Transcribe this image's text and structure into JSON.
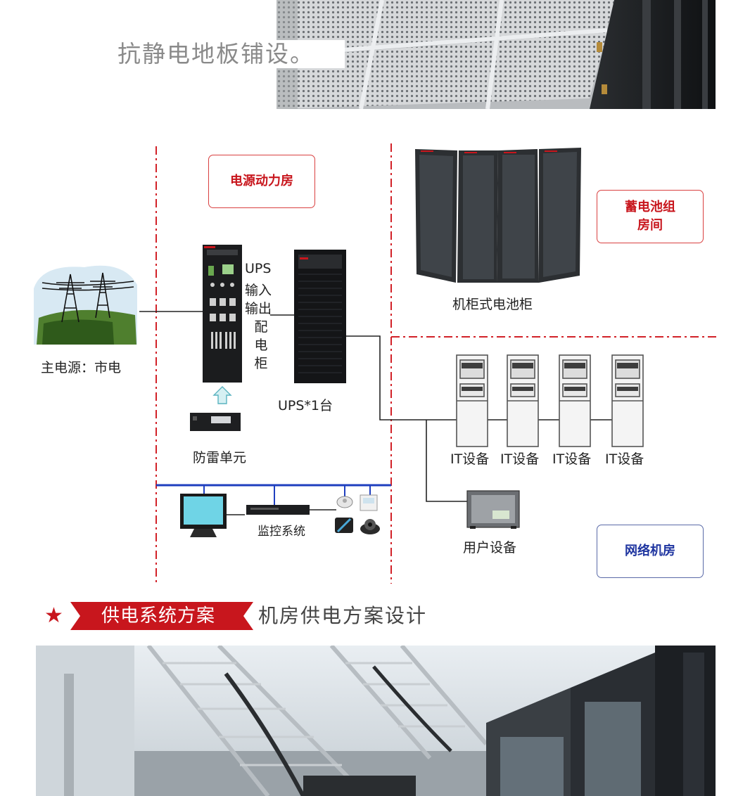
{
  "top": {
    "caption": "抗静电地板铺设。"
  },
  "diagram": {
    "rooms": {
      "power_room": "电源动力房",
      "battery_room_line1": "蓄电池组",
      "battery_room_line2": "房间",
      "network_room": "网络机房"
    },
    "labels": {
      "main_power": "主电源：市电",
      "ups_cabinet_line1": "UPS",
      "ups_cabinet_line2": "输入",
      "ups_cabinet_line3": "输出",
      "ups_cabinet_vertical": "配电柜",
      "ups_unit": "UPS*1台",
      "lightning_unit": "防雷单元",
      "battery_cabinet": "机柜式电池柜",
      "it_devices": [
        "IT设备",
        "IT设备",
        "IT设备",
        "IT设备"
      ],
      "user_device": "用户设备",
      "monitoring": "监控系统"
    },
    "colors": {
      "divider": "#d22128",
      "bus_blue": "#1f3fbf",
      "room_red": "#c8161d",
      "room_blue": "#1f35a0"
    }
  },
  "section": {
    "tag": "供电系统方案",
    "subtitle": "机房供电方案设计"
  }
}
